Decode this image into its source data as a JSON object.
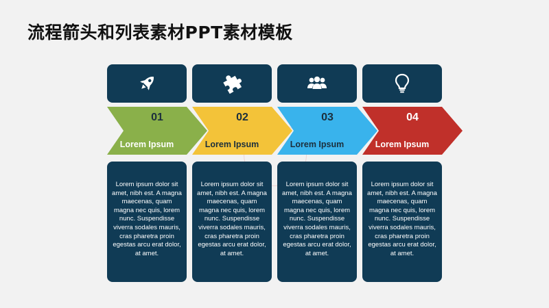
{
  "slide": {
    "title": "流程箭头和列表素材PPT素材模板"
  },
  "steps": [
    {
      "number": "01",
      "label": "Lorem Ipsum",
      "icon": "rocket-icon",
      "color": "#8ab04a",
      "description": "Lorem ipsum dolor sit amet, nibh est. A magna maecenas, quam magna nec quis, lorem nunc. Suspendisse viverra sodales mauris, cras pharetra proin egestas arcu erat dolor, at amet."
    },
    {
      "number": "02",
      "label": "Lorem Ipsum",
      "icon": "puzzle-icon",
      "color": "#f3c339",
      "description": "Lorem ipsum dolor sit amet, nibh est. A magna maecenas, quam magna nec quis, lorem nunc. Suspendisse viverra sodales mauris, cras pharetra proin egestas arcu erat dolor, at amet."
    },
    {
      "number": "03",
      "label": "Lorem Ipsum",
      "icon": "team-icon",
      "color": "#39b3ec",
      "description": "Lorem ipsum dolor sit amet, nibh est. A magna maecenas, quam magna nec quis, lorem nunc. Suspendisse viverra sodales mauris, cras pharetra proin egestas arcu erat dolor, at amet."
    },
    {
      "number": "04",
      "label": "Lorem Ipsum",
      "icon": "lightbulb-icon",
      "color": "#c0302a",
      "description": "Lorem ipsum dolor sit amet, nibh est. A magna maecenas, quam magna nec quis, lorem nunc. Suspendisse viverra sodales mauris, cras pharetra proin egestas arcu erat dolor, at amet."
    }
  ],
  "colors": {
    "background": "#f2f2f2",
    "box": "#103b55"
  }
}
